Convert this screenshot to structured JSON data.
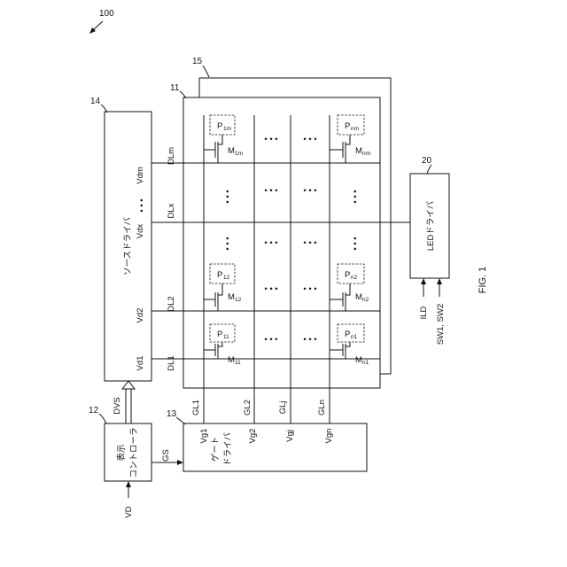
{
  "figure": {
    "caption": "FIG. 1",
    "ref_device": "100",
    "ref_source_driver": "14",
    "ref_controller": "12",
    "ref_gate_driver": "13",
    "ref_panel": "11",
    "ref_backlight": "15",
    "ref_led_driver": "20"
  },
  "blocks": {
    "source_driver_label": "ソースドライバ",
    "controller_label_line1": "表示",
    "controller_label_line2": "コントローラ",
    "gate_driver_label_line1": "ゲート",
    "gate_driver_label_line2": "ドライバ",
    "led_driver_label": "LEDドライバ"
  },
  "signals": {
    "vd": "VD",
    "dvs": "DVS",
    "gs": "GS",
    "ild": "ILD",
    "sw": "SW1, SW2"
  },
  "data_lines": [
    "DL1",
    "DL2",
    "DLx",
    "DLm"
  ],
  "source_outputs": [
    "Vd1",
    "Vd2",
    "Vdx",
    "Vdm"
  ],
  "gate_lines": [
    "GL1",
    "GL2",
    "GLj",
    "GLn"
  ],
  "gate_outputs": [
    "Vg1",
    "Vg2",
    "Vgj",
    "Vgn"
  ],
  "pixels": {
    "p11": {
      "main": "P",
      "sub": "11"
    },
    "p12": {
      "main": "P",
      "sub": "12"
    },
    "p1m": {
      "main": "P",
      "sub": "1m"
    },
    "pn1": {
      "main": "P",
      "sub": "n1"
    },
    "pn2": {
      "main": "P",
      "sub": "n2"
    },
    "pnm": {
      "main": "P",
      "sub": "nm"
    }
  },
  "transistors": {
    "m11": {
      "main": "M",
      "sub": "11"
    },
    "m12": {
      "main": "M",
      "sub": "12"
    },
    "m1m": {
      "main": "M",
      "sub": "1m"
    },
    "mn1": {
      "main": "M",
      "sub": "n1"
    },
    "mn2": {
      "main": "M",
      "sub": "n2"
    },
    "mnm": {
      "main": "M",
      "sub": "nm"
    }
  },
  "ellipsis": "• • •"
}
